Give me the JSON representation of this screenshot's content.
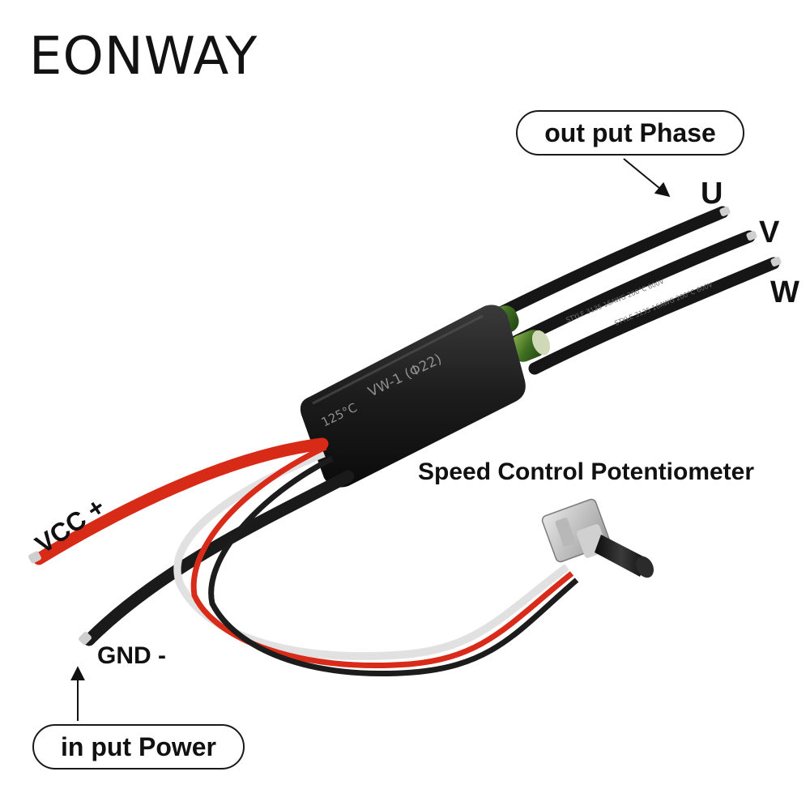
{
  "brand": "EONWAY",
  "labels": {
    "output_phase": "out put Phase",
    "phase_u": "U",
    "phase_v": "V",
    "phase_w": "W",
    "speed_control": "Speed Control Potentiometer",
    "vcc": "VCC +",
    "gnd": "GND -",
    "input_power": "in put Power"
  },
  "module_print": {
    "model": "VW-1 (Φ22)",
    "temp": "125°C",
    "wire_print": "STYLE 3135 16AWG 200°C 600V"
  },
  "colors": {
    "background": "#ffffff",
    "wire_black": "#1b1b1b",
    "wire_red": "#e0301c",
    "wire_white": "#f2f2f2",
    "capacitor_green": "#4f7d2a"
  }
}
